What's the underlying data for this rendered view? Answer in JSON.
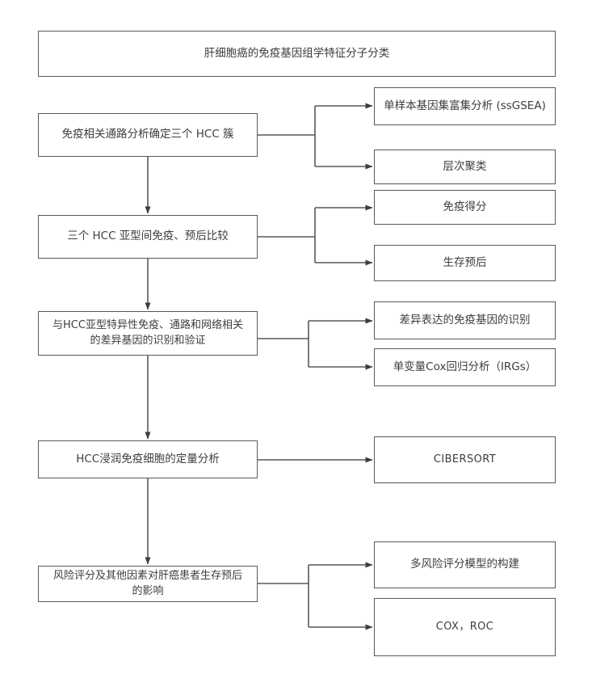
{
  "diagram": {
    "type": "flowchart",
    "title_node": {
      "id": "title",
      "label": "肝细胞癌的免疫基因组学特征分子分类"
    },
    "stages": [
      {
        "id": "stage-1",
        "label": "免疫相关通路分析确定三个 HCC 簇",
        "details": [
          {
            "id": "detail-ssgsea",
            "label": "单样本基因集富集分析 (ssGSEA)"
          },
          {
            "id": "detail-hierarchical-clustering",
            "label": "层次聚类"
          }
        ]
      },
      {
        "id": "stage-2",
        "label": "三个 HCC 亚型间免疫、预后比较",
        "details": [
          {
            "id": "detail-immune-score",
            "label": "免疫得分"
          },
          {
            "id": "detail-survival-prognosis",
            "label": "生存预后"
          }
        ]
      },
      {
        "id": "stage-3",
        "label": "与HCC亚型特异性免疫、通路和网络相关\n的差异基因的识别和验证",
        "details": [
          {
            "id": "detail-deg-immune-genes",
            "label": "差异表达的免疫基因的识别"
          },
          {
            "id": "detail-univariate-cox",
            "label": "单变量Cox回归分析（IRGs）"
          }
        ]
      },
      {
        "id": "stage-4",
        "label": "HCC浸润免疫细胞的定量分析",
        "details": [
          {
            "id": "detail-cibersort",
            "label": "CIBERSORT"
          }
        ]
      },
      {
        "id": "stage-5",
        "label": "风险评分及其他因素对肝癌患者生存预后\n的影响",
        "details": [
          {
            "id": "detail-risk-model",
            "label": "多风险评分模型的构建"
          },
          {
            "id": "detail-cox-roc",
            "label": "COX，ROC"
          }
        ]
      }
    ],
    "colors": {
      "stroke": "#595959",
      "text": "#3d3d3d",
      "background": "#ffffff"
    }
  }
}
